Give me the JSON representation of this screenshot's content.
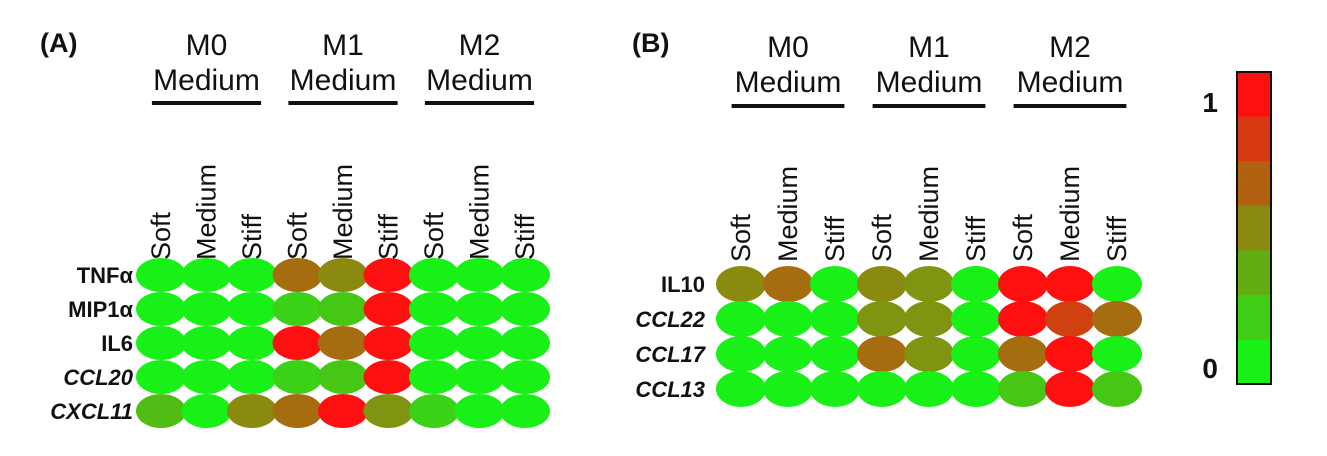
{
  "colors": {
    "low": "#18f018",
    "mid": "#8a8a10",
    "high": "#ff1010"
  },
  "chart_data": [
    {
      "type": "heatmap",
      "panel_label": "(A)",
      "groups": [
        {
          "line1": "M0",
          "line2": "Medium"
        },
        {
          "line1": "M1",
          "line2": "Medium"
        },
        {
          "line1": "M2",
          "line2": "Medium"
        }
      ],
      "columns": [
        "Soft",
        "Medium",
        "Stiff",
        "Soft",
        "Medium",
        "Stiff",
        "Soft",
        "Medium",
        "Stiff"
      ],
      "rows": [
        {
          "label": "TNFα",
          "italic": false
        },
        {
          "label": "MIP1α",
          "italic": false
        },
        {
          "label": "IL6",
          "italic": false
        },
        {
          "label": "CCL20",
          "italic": true
        },
        {
          "label": "CXCL11",
          "italic": true
        }
      ],
      "values": [
        [
          0,
          0,
          0,
          0.62,
          0.5,
          1,
          0,
          0,
          0
        ],
        [
          0,
          0,
          0,
          0.15,
          0.2,
          1,
          0,
          0,
          0
        ],
        [
          0,
          0,
          0,
          1,
          0.62,
          1,
          0,
          0,
          0
        ],
        [
          0,
          0,
          0,
          0.15,
          0.2,
          1,
          0,
          0,
          0
        ],
        [
          0.25,
          0,
          0.5,
          0.62,
          1,
          0.45,
          0.15,
          0,
          0
        ]
      ],
      "zlim": [
        0,
        1
      ]
    },
    {
      "type": "heatmap",
      "panel_label": "(B)",
      "groups": [
        {
          "line1": "M0",
          "line2": "Medium"
        },
        {
          "line1": "M1",
          "line2": "Medium"
        },
        {
          "line1": "M2",
          "line2": "Medium"
        }
      ],
      "columns": [
        "Soft",
        "Medium",
        "Stiff",
        "Soft",
        "Medium",
        "Stiff",
        "Soft",
        "Medium",
        "Stiff"
      ],
      "rows": [
        {
          "label": "IL10",
          "italic": false
        },
        {
          "label": "CCL22",
          "italic": true
        },
        {
          "label": "CCL17",
          "italic": true
        },
        {
          "label": "CCL13",
          "italic": true
        }
      ],
      "values": [
        [
          0.5,
          0.62,
          0,
          0.5,
          0.45,
          0,
          1,
          1,
          0
        ],
        [
          0,
          0,
          0,
          0.45,
          0.45,
          0,
          1,
          0.8,
          0.62
        ],
        [
          0,
          0,
          0,
          0.62,
          0.45,
          0,
          0.62,
          1,
          0
        ],
        [
          0,
          0,
          0,
          0,
          0,
          0,
          0.2,
          1,
          0.2
        ]
      ],
      "zlim": [
        0,
        1
      ]
    }
  ],
  "colorbar": {
    "max_label": "1",
    "min_label": "0",
    "steps": [
      1,
      0.83,
      0.67,
      0.5,
      0.33,
      0.17,
      0
    ]
  }
}
